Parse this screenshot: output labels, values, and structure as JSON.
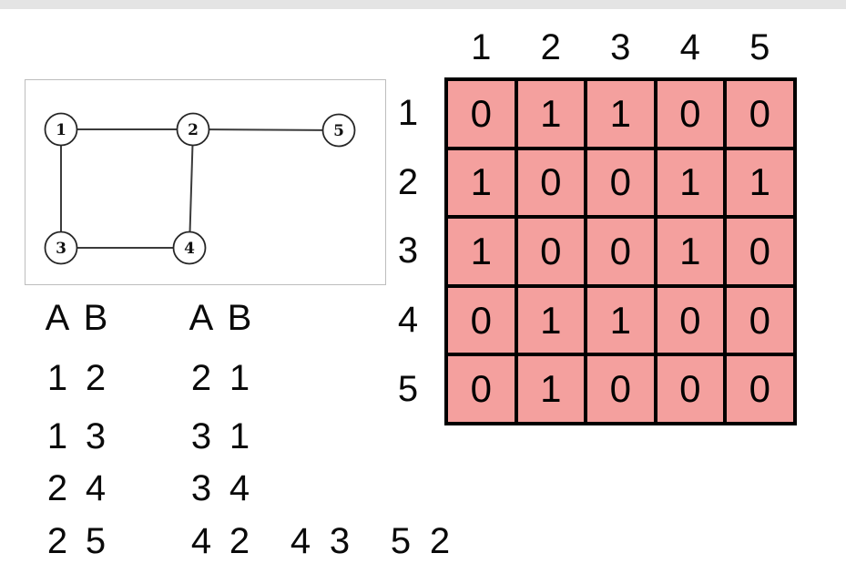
{
  "graph": {
    "nodes": [
      {
        "label": "1"
      },
      {
        "label": "2"
      },
      {
        "label": "5"
      },
      {
        "label": "3"
      },
      {
        "label": "4"
      }
    ],
    "edges": [
      [
        "1",
        "2"
      ],
      [
        "2",
        "5"
      ],
      [
        "1",
        "3"
      ],
      [
        "2",
        "4"
      ],
      [
        "3",
        "4"
      ]
    ]
  },
  "matrix": {
    "cell_color": "#F4A09E",
    "border_color": "#000000",
    "col_headers": [
      "1",
      "2",
      "3",
      "4",
      "5"
    ],
    "row_headers": [
      "1",
      "2",
      "3",
      "4",
      "5"
    ],
    "rows": [
      [
        "0",
        "1",
        "1",
        "0",
        "0"
      ],
      [
        "1",
        "0",
        "0",
        "1",
        "1"
      ],
      [
        "1",
        "0",
        "0",
        "1",
        "0"
      ],
      [
        "0",
        "1",
        "1",
        "0",
        "0"
      ],
      [
        "0",
        "1",
        "0",
        "0",
        "0"
      ]
    ]
  },
  "edge_lists": {
    "list1": {
      "headers": [
        "A",
        "B"
      ],
      "rows": [
        [
          "1",
          "2"
        ],
        [
          "1",
          "3"
        ],
        [
          "2",
          "4"
        ],
        [
          "2",
          "5"
        ]
      ]
    },
    "list2": {
      "headers": [
        "A",
        "B"
      ],
      "rows": [
        [
          "2",
          "1"
        ],
        [
          "3",
          "1"
        ],
        [
          "3",
          "4"
        ],
        [
          "4",
          "2"
        ]
      ]
    },
    "extra_pairs": [
      [
        "4",
        "3"
      ],
      [
        "5",
        "2"
      ]
    ]
  }
}
